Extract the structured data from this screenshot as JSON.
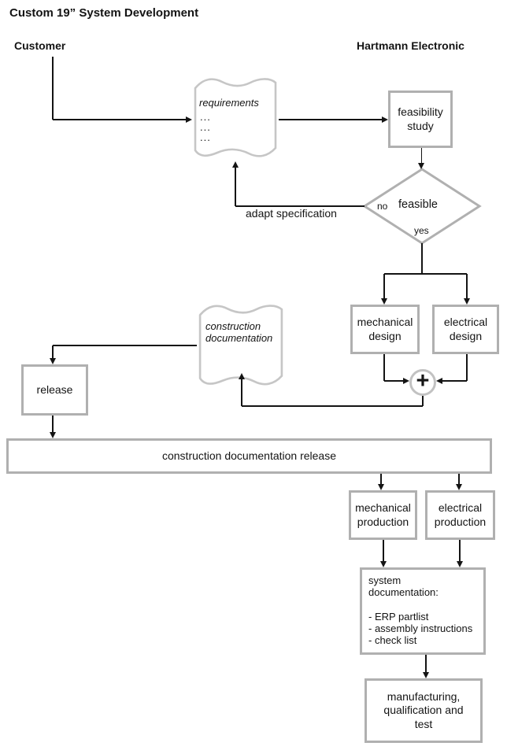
{
  "title": "Custom 19” System Development",
  "lanes": {
    "customer": "Customer",
    "company": "Hartmann Electronic"
  },
  "requirements_doc": {
    "label": "requirements",
    "lines": [
      "...",
      "...",
      "..."
    ]
  },
  "feasibility_box": {
    "lines": [
      "feasibility",
      "study"
    ]
  },
  "decision": {
    "label": "feasible",
    "no_label": "no",
    "yes_label": "yes"
  },
  "adapt_label": "adapt specification",
  "mechanical_design": {
    "lines": [
      "mechanical",
      "design"
    ]
  },
  "electrical_design": {
    "lines": [
      "electrical",
      "design"
    ]
  },
  "join_symbol": "+",
  "construction_doc": {
    "lines": [
      "construction",
      "documentation"
    ]
  },
  "release_box": {
    "label": "release"
  },
  "release_bar": {
    "label": "construction documentation release"
  },
  "mechanical_production": {
    "lines": [
      "mechanical",
      "production"
    ]
  },
  "electrical_production": {
    "lines": [
      "electrical",
      "production"
    ]
  },
  "system_documentation": {
    "title_lines": [
      "system",
      "documentation:"
    ],
    "items": [
      "- ERP partlist",
      "- assembly instructions",
      "- check list"
    ]
  },
  "manufacturing_box": {
    "lines": [
      "manufacturing,",
      "qualification and",
      "test"
    ]
  },
  "colors": {
    "box_border": "#b0b0b0",
    "doc_border": "#c6c6c6",
    "circle_border": "#c2c2c2",
    "line": "#141414",
    "text": "#141414"
  }
}
